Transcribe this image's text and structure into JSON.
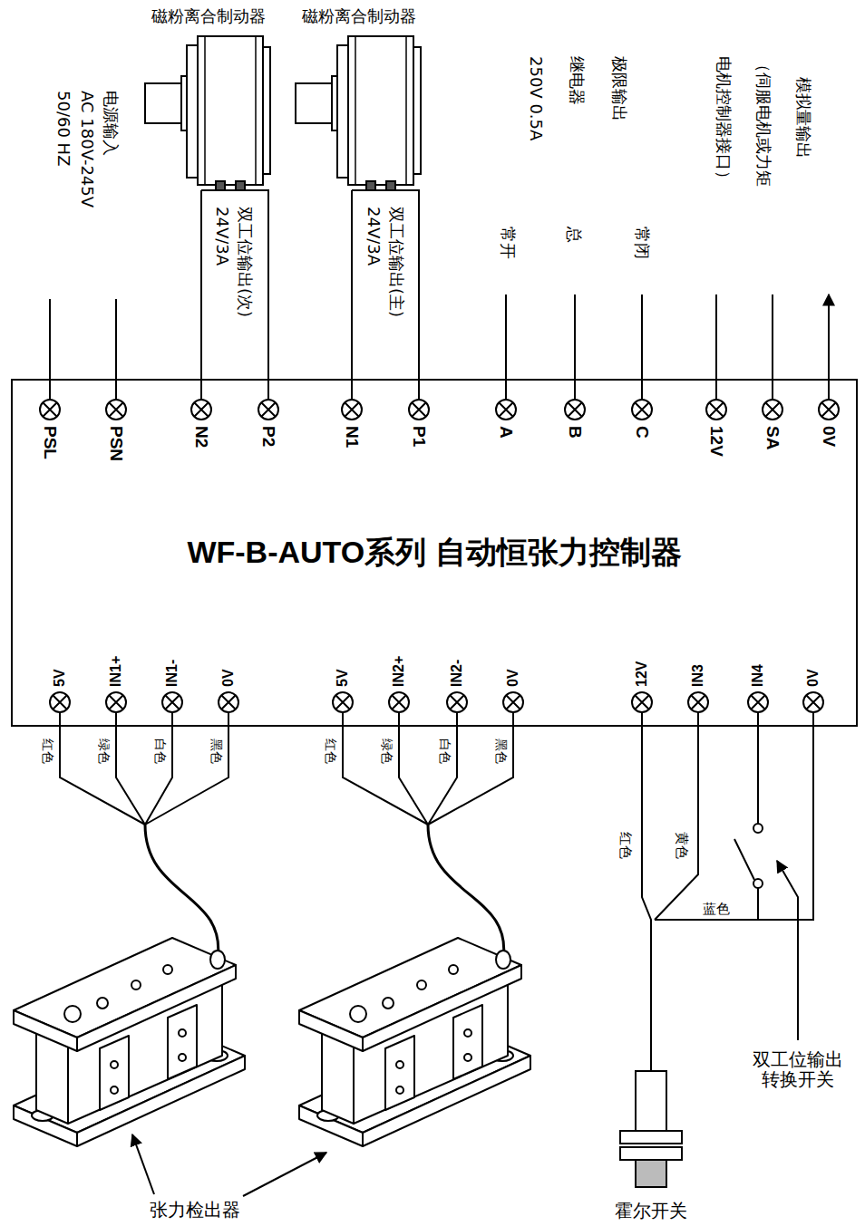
{
  "diagram": {
    "nodes": [
      {
        "text": [
          "磁粉离合制动器"
        ]
      },
      {
        "text": [
          "磁粉离合制动器"
        ]
      },
      {
        "text": [
          "WF-B-AUTO系列 自动恒张力控制器"
        ]
      },
      {
        "text": [
          "霍尔开关"
        ]
      }
    ],
    "edges": [
      {
        "from": 0,
        "to": 2,
        "arrow": "none"
      },
      {
        "from": 1,
        "to": 2,
        "arrow": "none"
      },
      {
        "from": 3,
        "to": 2,
        "arrow": "none"
      }
    ],
    "labels": [
      "电源输入",
      "AC 180V-245V",
      "50/60 HZ",
      "双工位输出(次)",
      "24V/3A",
      "双工位输出(主)",
      "24V/3A",
      "极限输出",
      "继电器",
      "250V 0.5A",
      "常开",
      "总",
      "常闭",
      "模拟量输出",
      "（伺服电机或力矩",
      "电机控制器接口）",
      "PSL",
      "PSN",
      "N2",
      "P2",
      "N1",
      "P1",
      "A",
      "B",
      "C",
      "12V",
      "SA",
      "0V",
      "5V",
      "IN1+",
      "IN1-",
      "0V",
      "5V",
      "IN2+",
      "IN2-",
      "0V",
      "12V",
      "IN3",
      "IN4",
      "0V",
      "红色",
      "绿色",
      "白色",
      "黑色",
      "红色",
      "绿色",
      "白色",
      "黑色",
      "红色",
      "黄色",
      "蓝色",
      "双工位输出 转换开关",
      "张力检出器"
    ]
  }
}
